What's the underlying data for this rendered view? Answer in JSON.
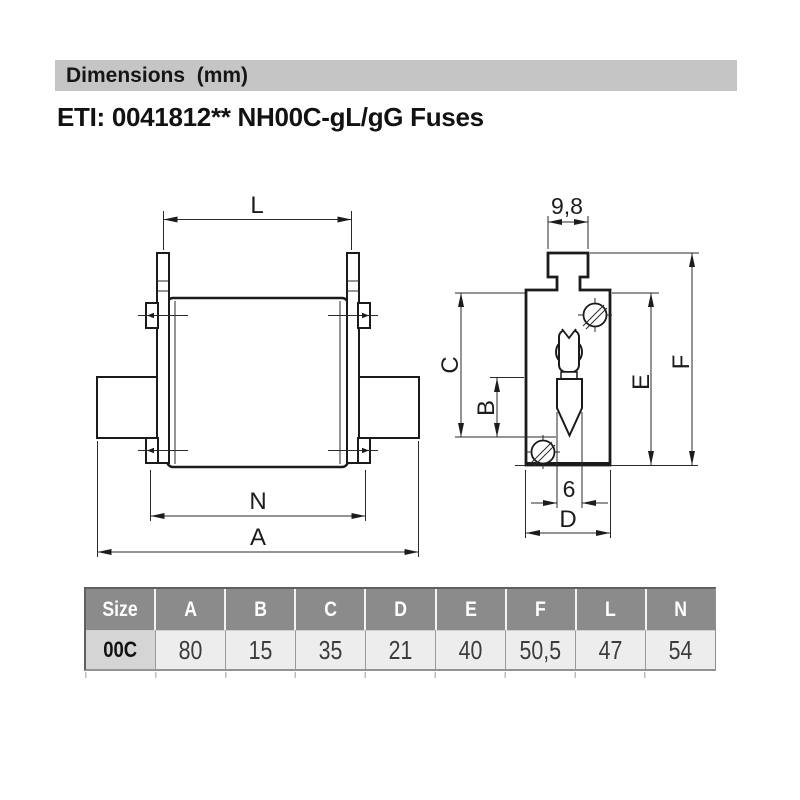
{
  "section_header": {
    "label": "Dimensions  (mm)",
    "background": "#c5c5c5"
  },
  "title": {
    "text": "ETI: 0041812** NH00C-gL/gG Fuses"
  },
  "drawing": {
    "front_view": {
      "dims": {
        "L": "L",
        "N": "N",
        "A": "A"
      }
    },
    "side_view": {
      "dims": {
        "top_width": "9,8",
        "C": "C",
        "B": "B",
        "E": "E",
        "F": "F",
        "indicator_width": "6",
        "D": "D"
      }
    }
  },
  "table": {
    "headers": [
      "Size",
      "A",
      "B",
      "C",
      "D",
      "E",
      "F",
      "L",
      "N"
    ],
    "row": {
      "size": "00C",
      "values": [
        "80",
        "15",
        "35",
        "21",
        "40",
        "50,5",
        "47",
        "54"
      ]
    },
    "colors": {
      "header_bg": "#8b8b8b",
      "header_text": "#ffffff",
      "size_cell_bg": "#d5d5d5",
      "value_cell_bg": "#ededed"
    }
  }
}
